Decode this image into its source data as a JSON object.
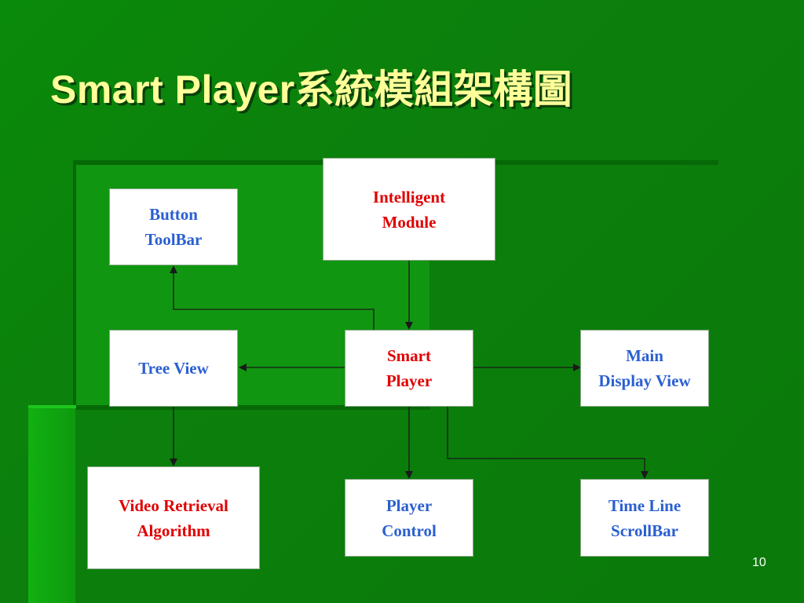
{
  "slide": {
    "title": "Smart Player系統模組架構圖",
    "page_number": "10"
  },
  "diagram": {
    "nodes": {
      "intelligent_module": {
        "label": "Intelligent\nModule",
        "color": "#e00000"
      },
      "button_toolbar": {
        "label": "Button\nToolBar",
        "color": "#2a5fd1"
      },
      "tree_view": {
        "label": "Tree View",
        "color": "#2a5fd1"
      },
      "smart_player": {
        "label": "Smart\nPlayer",
        "color": "#e00000"
      },
      "main_display_view": {
        "label": "Main\nDisplay View",
        "color": "#2a5fd1"
      },
      "video_retrieval_algorithm": {
        "label": "Video Retrieval\nAlgorithm",
        "color": "#e00000"
      },
      "player_control": {
        "label": "Player\nControl",
        "color": "#2a5fd1"
      },
      "time_line_scrollbar": {
        "label": "Time Line\nScrollBar",
        "color": "#2a5fd1"
      }
    },
    "edges": [
      {
        "from": "intelligent_module",
        "to": "smart_player"
      },
      {
        "from": "smart_player",
        "to": "button_toolbar"
      },
      {
        "from": "smart_player",
        "to": "tree_view"
      },
      {
        "from": "smart_player",
        "to": "main_display_view"
      },
      {
        "from": "tree_view",
        "to": "video_retrieval_algorithm"
      },
      {
        "from": "smart_player",
        "to": "player_control"
      },
      {
        "from": "smart_player",
        "to": "time_line_scrollbar"
      }
    ]
  },
  "colors": {
    "background": "#0a7f0a",
    "title": "#ffff99",
    "node_blue": "#2a5fd1",
    "node_red": "#e00000",
    "line": "#1a1a1a"
  }
}
